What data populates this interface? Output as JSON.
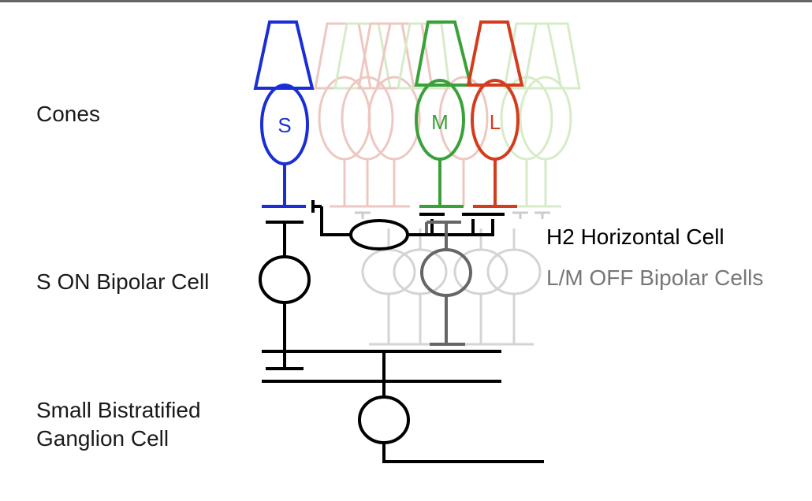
{
  "labels": {
    "cones": "Cones",
    "h2_horizontal_cell": "H2 Horizontal Cell",
    "s_on_bipolar_cell": "S ON Bipolar Cell",
    "lm_off_bipolar_cells": "L/M OFF Bipolar Cells",
    "ganglion_line1": "Small Bistratified",
    "ganglion_line2": "Ganglion Cell"
  },
  "cones": {
    "s_letter": "S",
    "m_letter": "M",
    "l_letter": "L"
  },
  "colors": {
    "s_cone": "#1a2ed6",
    "m_cone": "#3aa13a",
    "l_cone": "#d43c1e",
    "faded_red": "#ecc8c0",
    "faded_green": "#d6ecc8",
    "black": "#000000",
    "dark_gray": "#666666",
    "light_gray": "#d4d4d4",
    "text": "#1a1a1a",
    "text_gray": "#777777"
  }
}
